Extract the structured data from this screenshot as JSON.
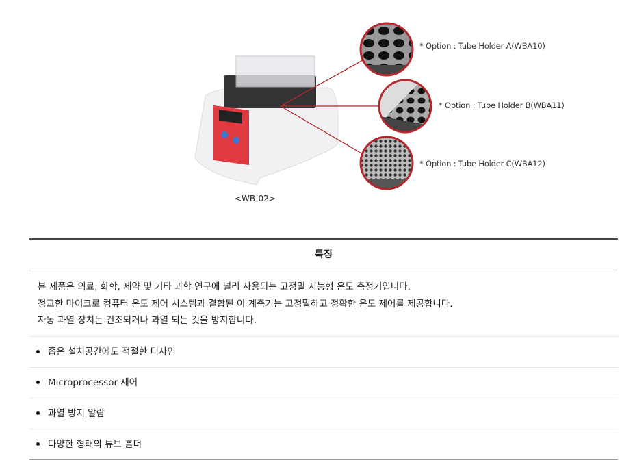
{
  "figure": {
    "model_label": "<WB-02>",
    "options": [
      "* Option : Tube Holder A(WBA10)",
      "* Option : Tube Holder B(WBA11)",
      "* Option : Tube Holder C(WBA12)"
    ],
    "accent_color": "#b3282d"
  },
  "features": {
    "header": "특징",
    "description": [
      "본 제품은 의료, 화학, 제약 및 기타 과학 연구에 널리 사용되는 고정밀 지능형 온도 측정기입니다.",
      "정교한 마이크로 컴퓨터 온도 제어 시스템과 결합된 이 계측기는 고정밀하고 정확한 온도 제어를 제공합니다.",
      "자동 과열 장치는 건조되거나 과열 되는 것을 방지합니다."
    ],
    "items": [
      "좁은 설치공간에도 적절한 디자인",
      "Microprocessor 제어",
      "과열 방지 알람",
      "다양한 형태의 튜브 홀더"
    ]
  }
}
